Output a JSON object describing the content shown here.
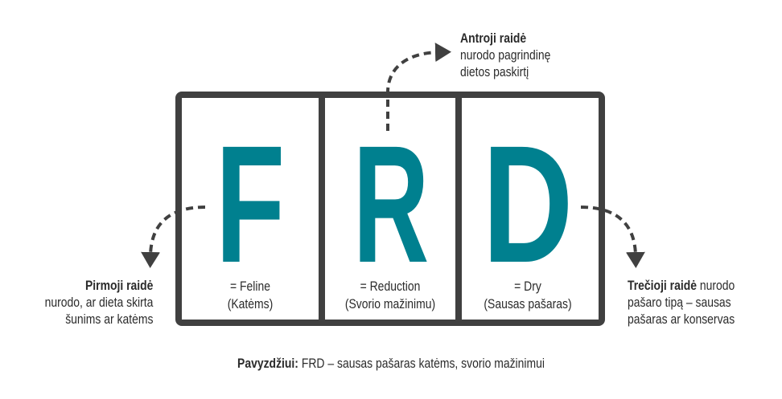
{
  "colors": {
    "accent": "#00808f",
    "frame": "#404040",
    "text": "#2b2b2b"
  },
  "letters": [
    {
      "letter": "F",
      "meaning": "= Feline",
      "translation": "(Katėms)"
    },
    {
      "letter": "R",
      "meaning": "= Reduction",
      "translation": "(Svorio mažinimu)"
    },
    {
      "letter": "D",
      "meaning": "= Dry",
      "translation": "(Sausas pašaras)"
    }
  ],
  "notes": {
    "first": {
      "title": "Pirmoji raidė",
      "line1": "nurodo, ar dieta skirta",
      "line2": "šunims ar katėms"
    },
    "second": {
      "title": "Antroji raidė",
      "line1": "nurodo pagrindinę",
      "line2": "dietos paskirtį"
    },
    "third": {
      "title": "Trečioji raidė",
      "title_rest": " nurodo",
      "line1": "pašaro tipą – sausas",
      "line2": "pašaras ar konservas"
    }
  },
  "example": {
    "label": "Pavyzdžiui:",
    "text": " FRD – sausas pašaras katėms, svorio mažinimui"
  }
}
